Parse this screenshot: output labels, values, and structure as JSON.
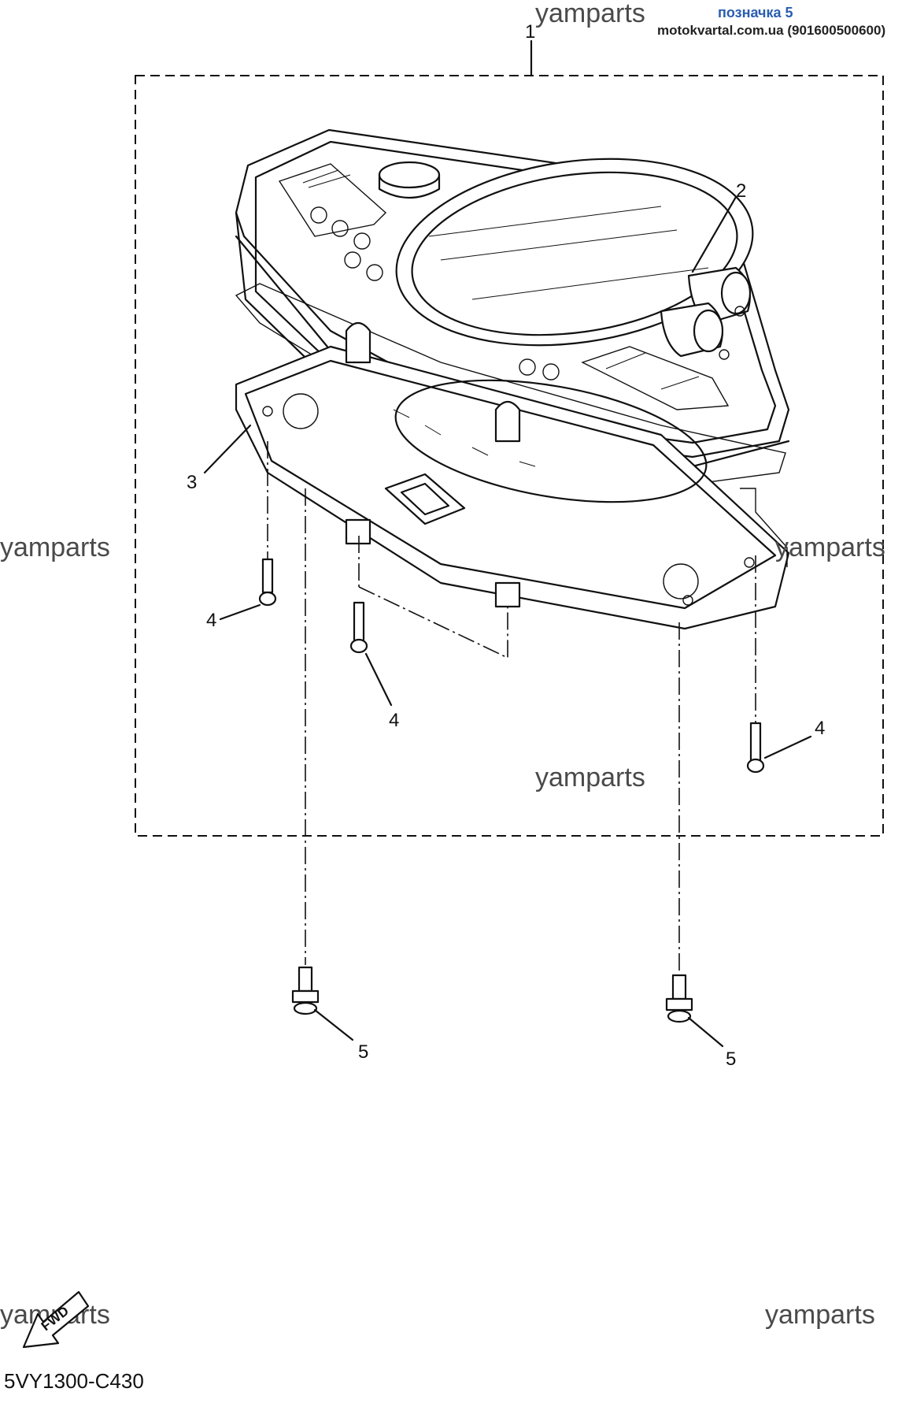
{
  "header": {
    "label_link": "позначка 5",
    "source": "motokvartal.com.ua (901600500600)"
  },
  "watermark": "yamparts",
  "callouts": {
    "assembly": "1",
    "cover": "2",
    "lower_case": "3",
    "screw": "4",
    "bolt": "5"
  },
  "fwd_badge": "FWD",
  "diagram_code": "5VY1300-C430",
  "colors": {
    "link": "#2a5db0",
    "watermark": "#4a4a4a",
    "lines": "#111111"
  }
}
